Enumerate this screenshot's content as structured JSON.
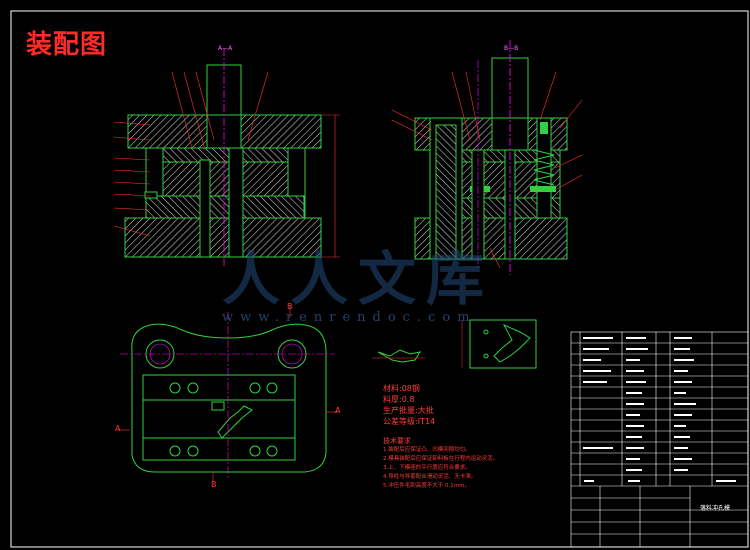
{
  "drawing": {
    "title": "装配图",
    "section_labels": {
      "left": "A—A",
      "right": "B—B"
    },
    "view_marks": {
      "b_top": "B",
      "b_bottom": "B",
      "a_left": "A",
      "a_right": "A"
    }
  },
  "specs": {
    "material": "材料:08钢",
    "thickness": "料厚:0.8",
    "production": "生产批量:大批",
    "tolerance": "公差等级:IT14"
  },
  "requirements": {
    "heading": "技术要求",
    "items": [
      "1.装配后应保证凸、凹模间隙均匀。",
      "2.模具装配后应保证卸料板在行程内运动灵活。",
      "3.上、下模座的平行度应符合要求。",
      "4.导柱与导套配合滑动灵活、无卡滞。",
      "5.冲压件毛刺高度不大于 0.1mm。"
    ]
  },
  "watermark": {
    "brand": "人人文库",
    "url": "www.renrendoc.com"
  },
  "title_block": {
    "drawing_name": "落料冲孔模"
  },
  "colors": {
    "outline": "#30d040",
    "center": "#ff00ff",
    "leader": "#ff3030",
    "frame": "#ffffff",
    "hatch": "#d8d8d8",
    "watermark": "#2f5a8a"
  }
}
